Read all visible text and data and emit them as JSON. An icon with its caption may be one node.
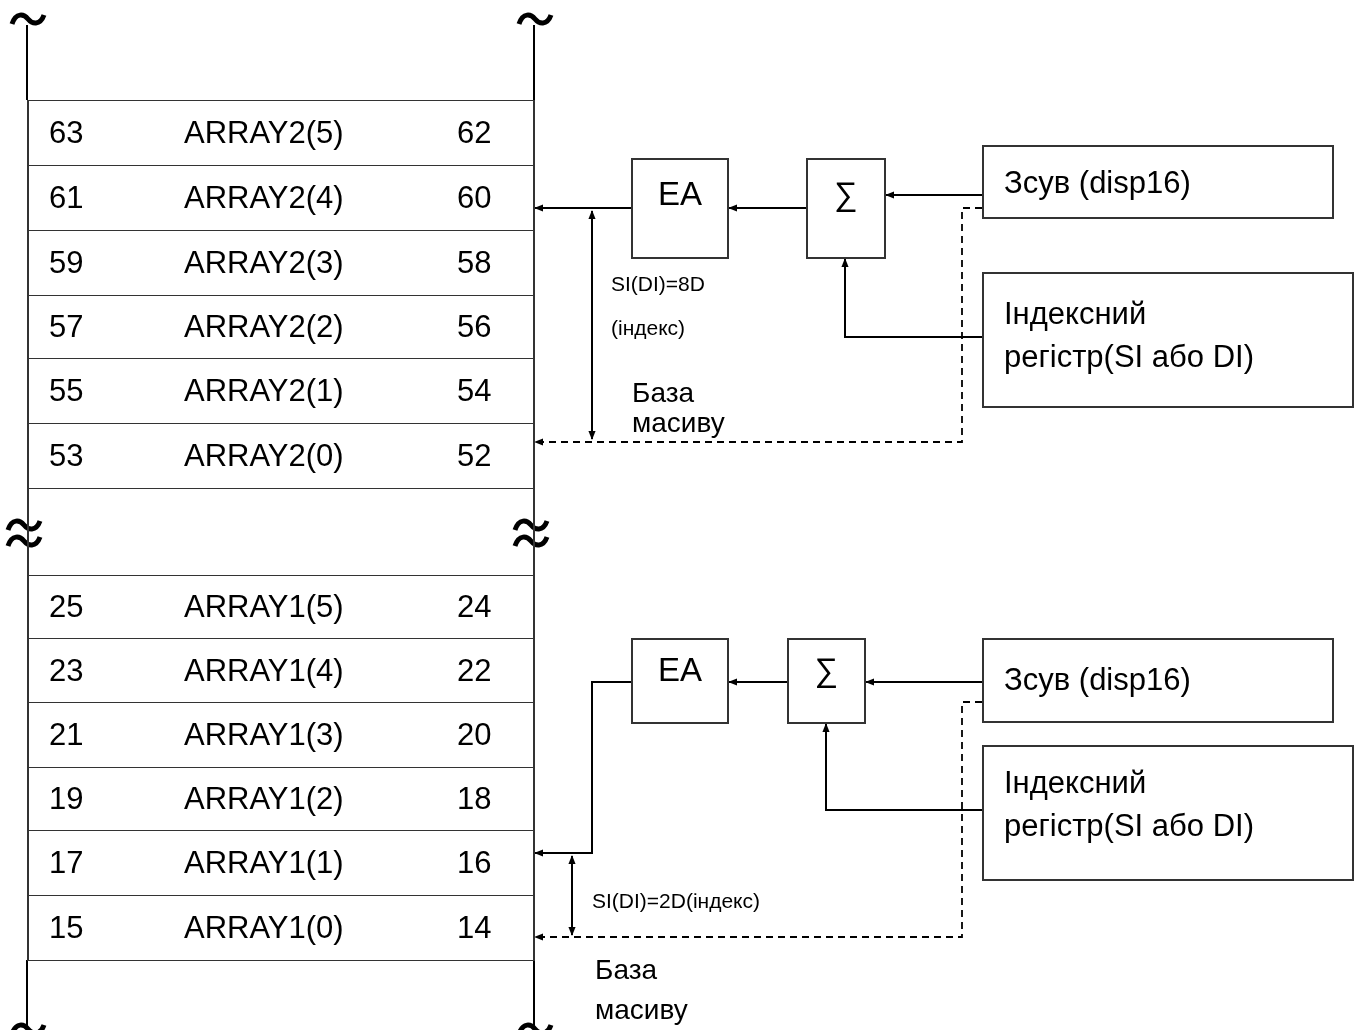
{
  "diagram": {
    "nodes": [
      {
        "text": [
          "63",
          "ARRAY2(5)",
          "62"
        ]
      },
      {
        "text": [
          "61",
          "ARRAY2(4)",
          "60"
        ]
      },
      {
        "text": [
          "59",
          "ARRAY2(3)",
          "58"
        ]
      },
      {
        "text": [
          "57",
          "ARRAY2(2)",
          "56"
        ]
      },
      {
        "text": [
          "55",
          "ARRAY2(1)",
          "54"
        ]
      },
      {
        "text": [
          "53",
          "ARRAY2(0)",
          "52"
        ]
      },
      {
        "text": [],
        "shape": "box"
      },
      {
        "text": [
          "25",
          "ARRAY1(5)",
          "24"
        ]
      },
      {
        "text": [
          "23",
          "ARRAY1(4)",
          "22"
        ]
      },
      {
        "text": [
          "21",
          "ARRAY1(3)",
          "20"
        ]
      },
      {
        "text": [
          "19",
          "ARRAY1(2)",
          "18"
        ]
      },
      {
        "text": [
          "17",
          "ARRAY1(1)",
          "16"
        ]
      },
      {
        "text": [
          "15",
          "ARRAY1(0)",
          "14"
        ]
      },
      {
        "text": [
          "EA"
        ]
      },
      {
        "text": [
          "∑"
        ]
      },
      {
        "text": [
          "Зсув (disp16)"
        ]
      },
      {
        "text": [
          "Індексний регістр(SI або DI)"
        ]
      },
      {
        "text": [
          "EA"
        ]
      },
      {
        "text": [
          "∑"
        ]
      },
      {
        "text": [
          "Зсув (disp16)"
        ]
      },
      {
        "text": [
          "Індексний регістр(SI або DI)"
        ]
      }
    ],
    "edges": [
      {
        "from": 15,
        "to": 14,
        "arrow": "to"
      },
      {
        "from": 16,
        "to": 14,
        "arrow": "to"
      },
      {
        "from": 14,
        "to": 13,
        "arrow": "to"
      },
      {
        "from": 13,
        "to": 1,
        "arrow": "to"
      },
      {
        "from": 15,
        "to": 5,
        "arrow": "to",
        "style": "dashed"
      },
      {
        "from": 19,
        "to": 18,
        "arrow": "to"
      },
      {
        "from": 20,
        "to": 18,
        "arrow": "to"
      },
      {
        "from": 18,
        "to": 17,
        "arrow": "to"
      },
      {
        "from": 17,
        "to": 11,
        "arrow": "to"
      },
      {
        "from": 19,
        "to": 12,
        "arrow": "to",
        "style": "dashed"
      }
    ],
    "labels": [
      "SI(DI)=8D (індекс)",
      "База масиву",
      "SI(DI)=2D(індекс)",
      "База масиву"
    ]
  }
}
